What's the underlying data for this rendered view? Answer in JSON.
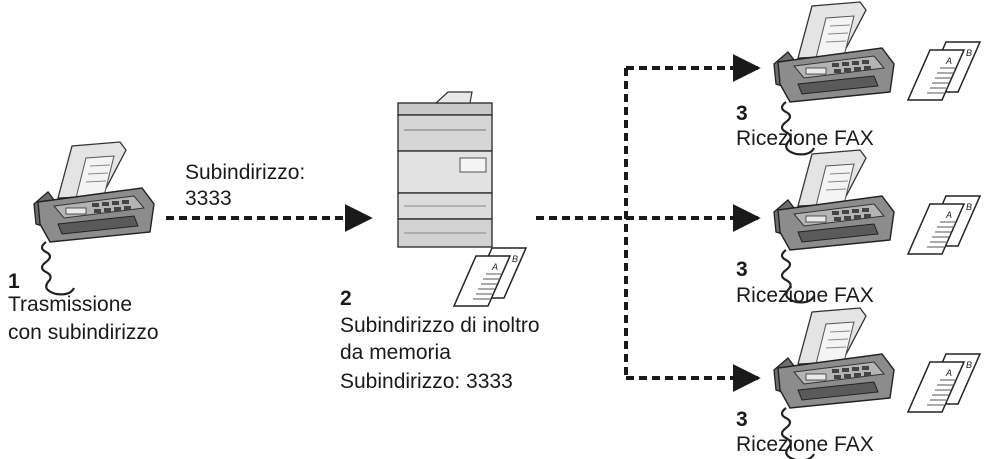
{
  "sender": {
    "step": "1",
    "caption_line1": "Trasmissione",
    "caption_line2": "con subindirizzo",
    "icon": "fax-machine-icon"
  },
  "transmission": {
    "label_line1": "Subindirizzo:",
    "label_line2": "3333"
  },
  "relay": {
    "step": "2",
    "line1": "Subindirizzo di inoltro",
    "line2": "da memoria",
    "line3": "Subindirizzo: 3333",
    "icon": "multifunction-printer-icon"
  },
  "receivers": [
    {
      "step": "3",
      "caption": "Ricezione FAX",
      "icon": "fax-machine-icon"
    },
    {
      "step": "3",
      "caption": "Ricezione FAX",
      "icon": "fax-machine-icon"
    },
    {
      "step": "3",
      "caption": "Ricezione FAX",
      "icon": "fax-machine-icon"
    }
  ],
  "colors": {
    "device_body": "#8c8c8c",
    "device_dark": "#3a3a3a",
    "device_light": "#d8d8d8",
    "arrow": "#1a1a1a"
  }
}
